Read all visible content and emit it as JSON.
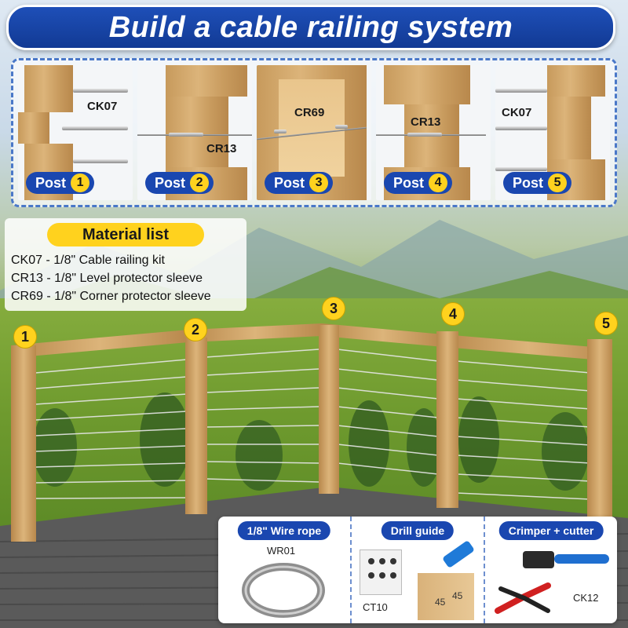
{
  "title": "Build a cable railing system",
  "posts": [
    {
      "label": "Post",
      "number": "1",
      "code": "CK07"
    },
    {
      "label": "Post",
      "number": "2",
      "code": "CR13"
    },
    {
      "label": "Post",
      "number": "3",
      "code": "CR69"
    },
    {
      "label": "Post",
      "number": "4",
      "code": "CR13"
    },
    {
      "label": "Post",
      "number": "5",
      "code": "CK07"
    }
  ],
  "material_list": {
    "title": "Material list",
    "items": [
      "CK07 - 1/8\" Cable railing kit",
      "CR13 - 1/8\" Level protector sleeve",
      "CR69 - 1/8\" Corner protector sleeve"
    ]
  },
  "scene_numbers": [
    "1",
    "2",
    "3",
    "4",
    "5"
  ],
  "tools": [
    {
      "heading": "1/8\" Wire rope",
      "code": "WR01"
    },
    {
      "heading": "Drill guide",
      "code": "CT10"
    },
    {
      "heading": "Crimper + cutter",
      "code": "CK12"
    }
  ],
  "drill_block_marks": [
    "45",
    "45"
  ],
  "icons": [
    "post-1-photo",
    "post-2-photo",
    "post-3-photo",
    "post-4-photo",
    "post-5-photo",
    "wire-rope-coil-icon",
    "drill-guide-icon",
    "crimper-icon",
    "cutter-icon"
  ],
  "colors": {
    "brand_blue": "#1a47b0",
    "badge_yellow": "#ffd21e",
    "wood": "#c99c5f"
  }
}
